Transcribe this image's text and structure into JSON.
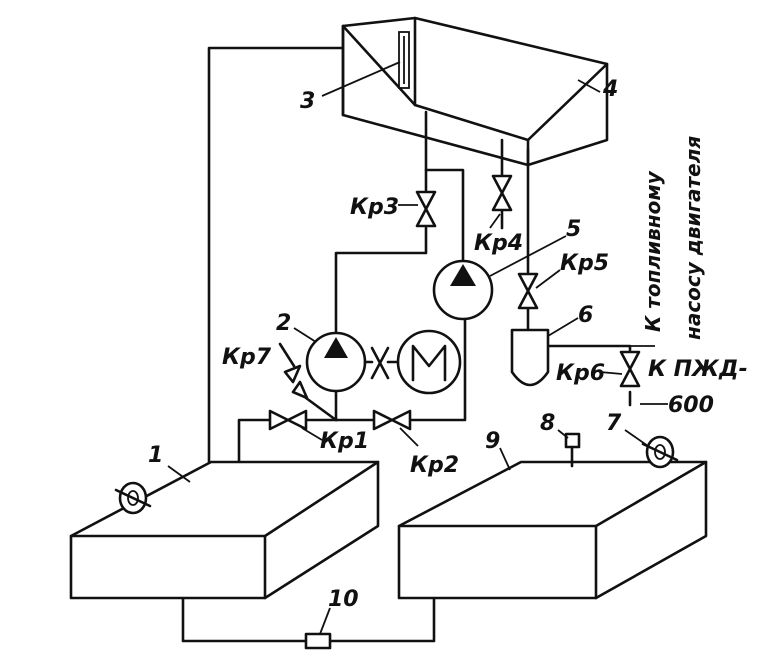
{
  "labels": {
    "n1": "1",
    "n2": "2",
    "n3": "3",
    "n4": "4",
    "n5": "5",
    "n6": "6",
    "n7": "7",
    "n8": "8",
    "n9": "9",
    "n10": "10",
    "kr1": "Кр1",
    "kr2": "Кр2",
    "kr3": "Кр3",
    "kr4": "Кр4",
    "kr5": "Кр5",
    "kr6": "Кр6",
    "kr7": "Кр7",
    "kpzhd": "К ПЖД-",
    "kpzhd_num": "600",
    "fuel_pump_line1": "К топливному",
    "fuel_pump_line2": "насосу двигателя"
  }
}
